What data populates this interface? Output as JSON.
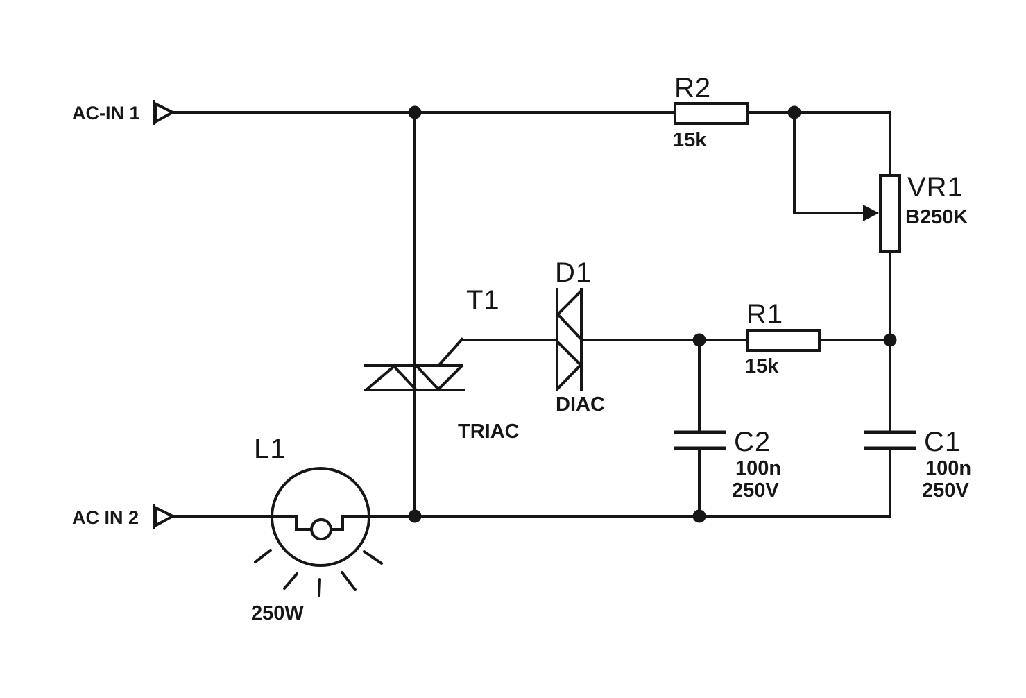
{
  "canvas": {
    "background": "#ffffff",
    "line_color": "#161616",
    "description": "TRIAC lamp dimmer schematic"
  },
  "inputs": {
    "ac_in_1": {
      "label": "AC-IN 1"
    },
    "ac_in_2": {
      "label": "AC IN 2"
    }
  },
  "components": {
    "r2": {
      "ref": "R2",
      "value": "15k"
    },
    "vr1": {
      "ref": "VR1",
      "value": "B250K"
    },
    "r1": {
      "ref": "R1",
      "value": "15k"
    },
    "t1": {
      "ref": "T1",
      "type": "TRIAC"
    },
    "d1": {
      "ref": "D1",
      "type": "DIAC"
    },
    "c2": {
      "ref": "C2",
      "value": "100n",
      "voltage": "250V"
    },
    "c1": {
      "ref": "C1",
      "value": "100n",
      "voltage": "250V"
    },
    "l1": {
      "ref": "L1",
      "value": "250W"
    }
  }
}
